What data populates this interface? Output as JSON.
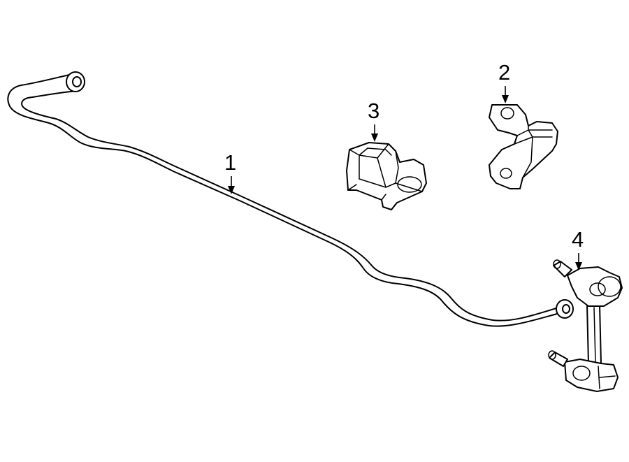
{
  "callouts": [
    {
      "number": "1",
      "part": "stabilizer-bar"
    },
    {
      "number": "2",
      "part": "bushing-bracket"
    },
    {
      "number": "3",
      "part": "bushing"
    },
    {
      "number": "4",
      "part": "stabilizer-link"
    }
  ],
  "colors": {
    "line": "#000000",
    "background": "#ffffff"
  }
}
